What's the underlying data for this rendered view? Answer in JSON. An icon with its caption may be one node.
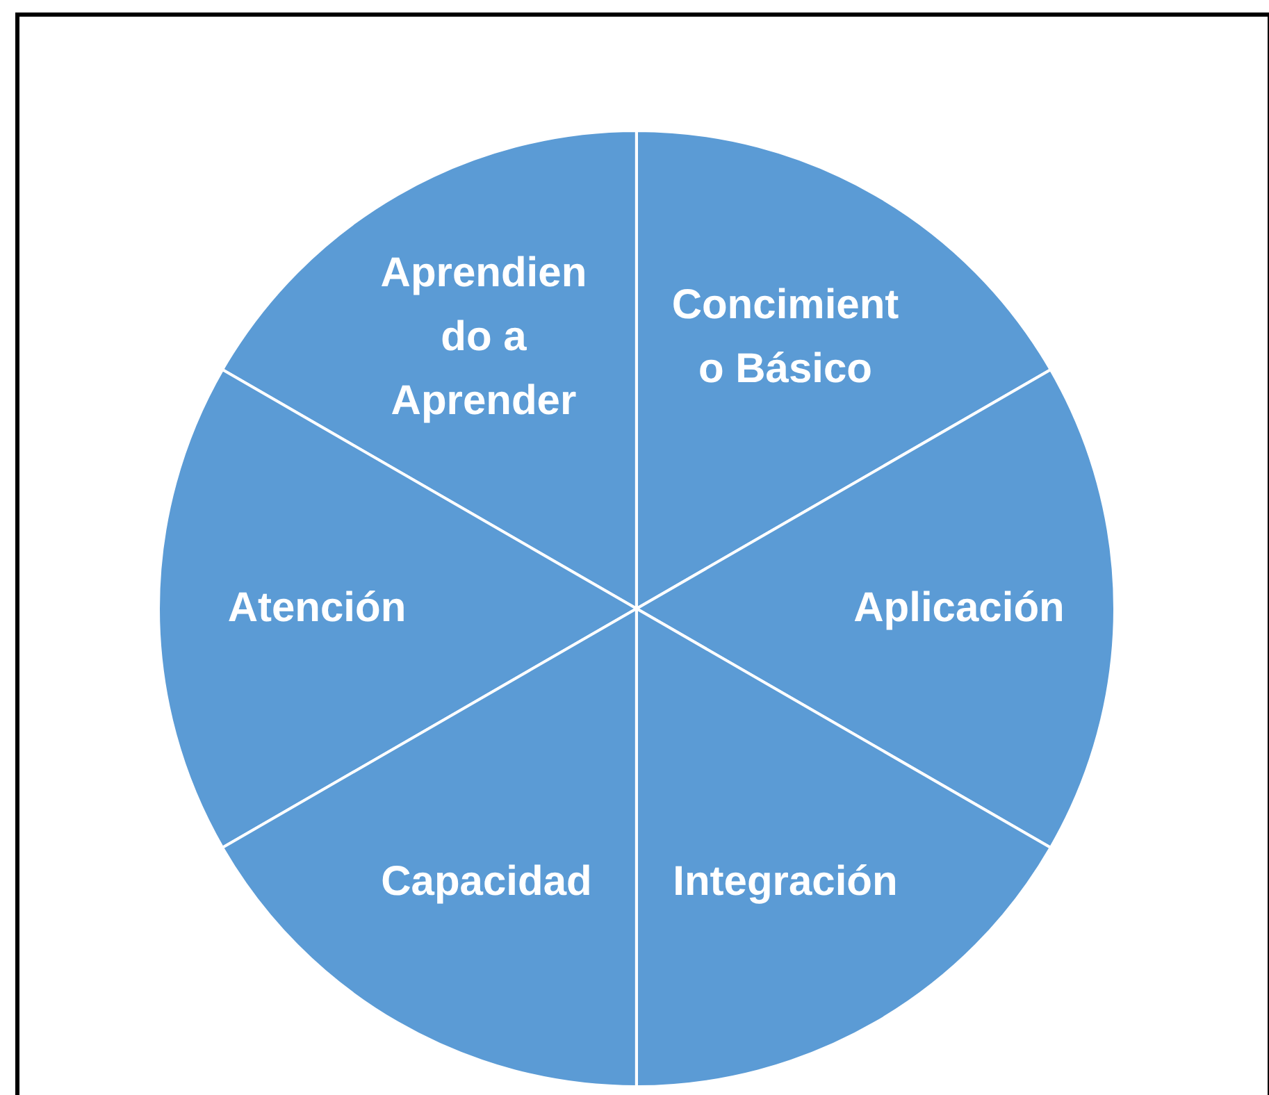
{
  "diagram": {
    "nodes": [
      {
        "text": [
          "Aprendien do a Aprender"
        ]
      },
      {
        "text": [
          "Concimient o Básico"
        ]
      },
      {
        "text": [
          "Atención"
        ]
      },
      {
        "text": [
          "Aplicación"
        ]
      },
      {
        "text": [
          "Capacidad"
        ]
      },
      {
        "text": [
          "Integración"
        ]
      }
    ],
    "edges": []
  }
}
